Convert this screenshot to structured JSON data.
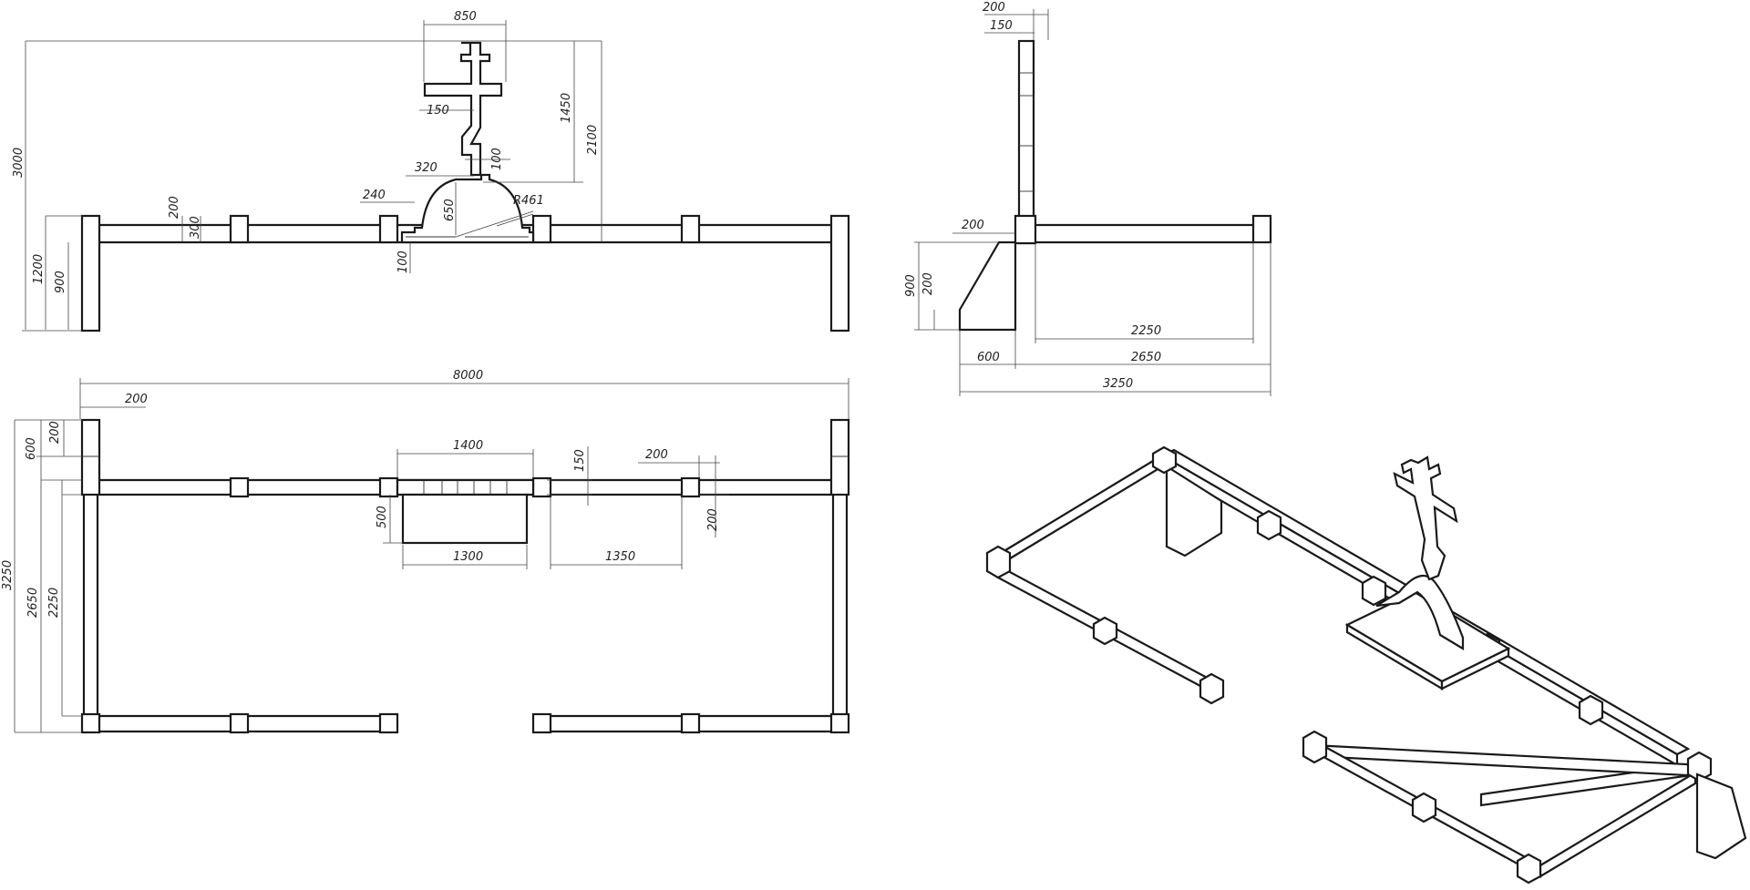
{
  "drawing": {
    "front_view": {
      "overall_width": "850",
      "height_3000": "3000",
      "height_1450": "1450",
      "height_2100": "2100",
      "cross_bar": "150",
      "base_320": "320",
      "gap_100_top": "100",
      "offset_240": "240",
      "radius": "R461",
      "height_650": "650",
      "rail_200": "200",
      "rail_300": "300",
      "base_100": "100",
      "post_1200": "1200",
      "post_900": "900"
    },
    "side_view": {
      "top_200": "200",
      "top_150": "150",
      "slope_200": "200",
      "height_900": "900",
      "height_200": "200",
      "len_2250": "2250",
      "base_600": "600",
      "len_2650": "2650",
      "len_3250": "3250"
    },
    "plan_view": {
      "overall_8000": "8000",
      "post_200": "200",
      "left_600": "600",
      "left_200": "200",
      "total_3250": "3250",
      "inner_2650": "2650",
      "inner_2250": "2250",
      "slab_1400": "1400",
      "slab_150": "150",
      "post_200_right": "200",
      "slab_500": "500",
      "slab_1300": "1300",
      "gap_1350": "1350",
      "right_200": "200"
    }
  }
}
